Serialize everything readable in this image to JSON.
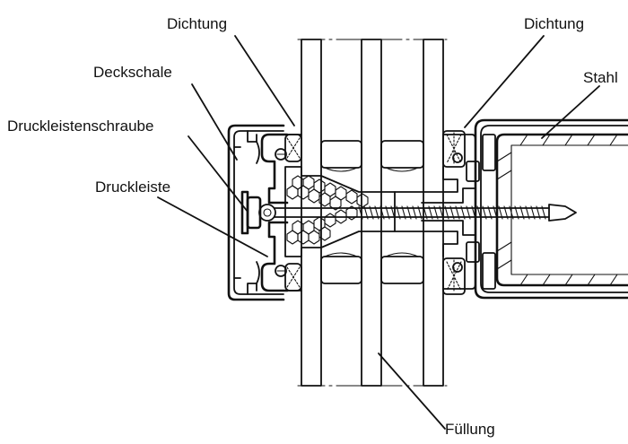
{
  "labels": {
    "dichtung_left": "Dichtung",
    "dichtung_right": "Dichtung",
    "stahl": "Stahl",
    "deckschale": "Deckschale",
    "druckleistenschraube": "Druckleistenschraube",
    "druckleiste": "Druckleiste",
    "fuellung": "Füllung"
  }
}
